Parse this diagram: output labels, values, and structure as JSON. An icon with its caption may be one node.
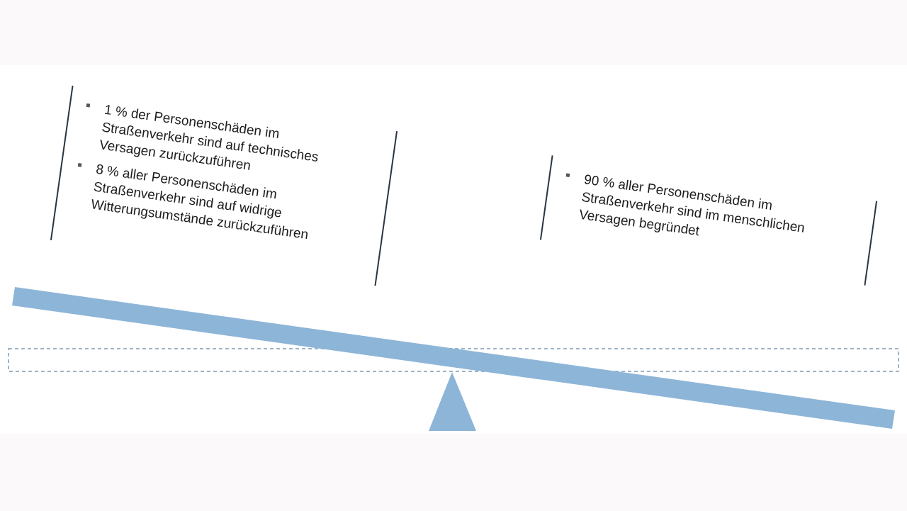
{
  "diagram": {
    "nodes": [
      {
        "text": [
          "1 % der Personenschäden im Straßenverkehr sind auf technisches Versagen zurückzuführen",
          "8 % aller Personenschäden im Straßenverkehr sind auf widrige Witterungsumstände zurückzuführen"
        ]
      },
      {
        "text": [
          "90 % aller Personenschäden im Straßenverkehr sind im menschlichen Versagen begründet"
        ]
      }
    ]
  }
}
